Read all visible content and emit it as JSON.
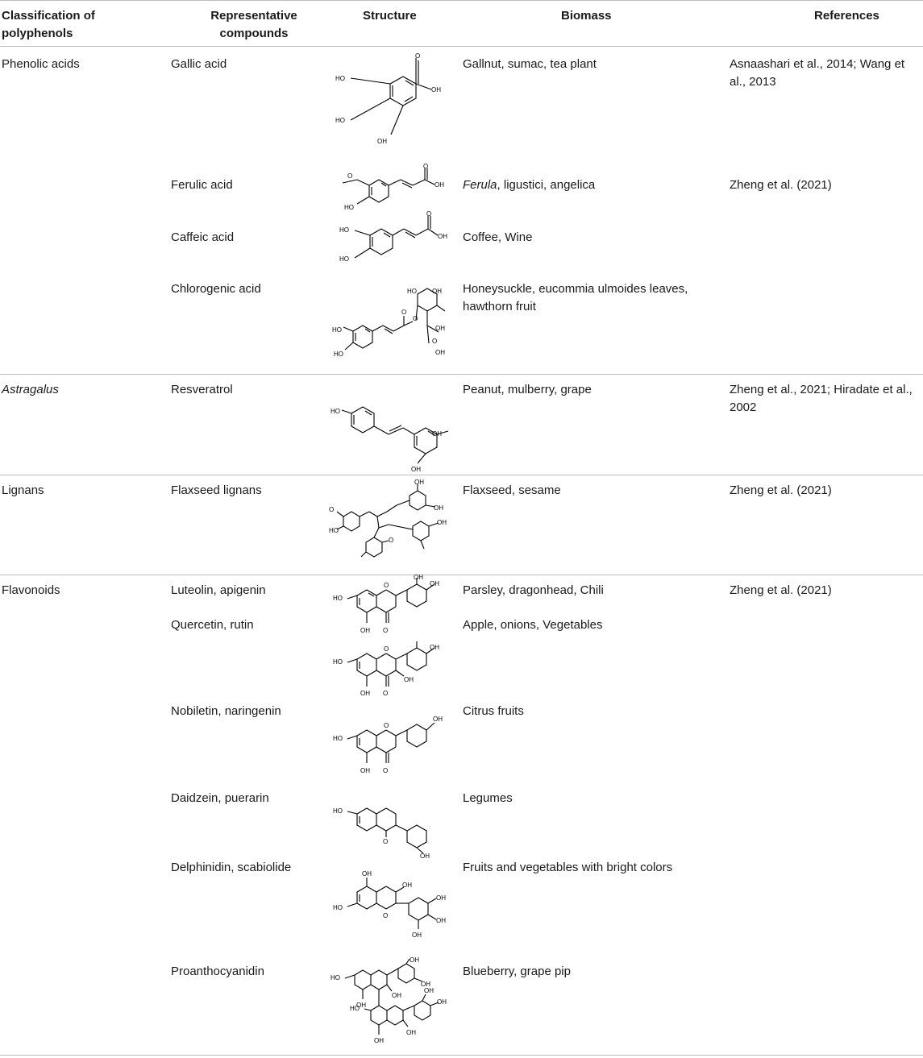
{
  "headers": {
    "classification": "Classification of polyphenols",
    "compounds": "Representative compounds",
    "structure": "Structure",
    "biomass": "Biomass",
    "references": "References"
  },
  "groups": [
    {
      "name": "Phenolic acids"
    },
    {
      "name": "Astragalus"
    },
    {
      "name": "Lignans"
    },
    {
      "name": "Flavonoids"
    }
  ],
  "rows": [
    {
      "compound": "Gallic acid",
      "biomass": "Gallnut, sumac, tea plant",
      "reference": "Asnaashari et al., 2014; Wang et al., 2013"
    },
    {
      "compound": "Ferulic acid",
      "biomass_italic": "Ferula",
      "biomass": ", ligustici, angelica",
      "reference": "Zheng et al. (2021)"
    },
    {
      "compound": "Caffeic acid",
      "biomass": "Coffee, Wine",
      "reference": ""
    },
    {
      "compound": "Chlorogenic acid",
      "biomass": "Honeysuckle, eucommia ulmoides leaves, hawthorn fruit",
      "reference": ""
    },
    {
      "compound": "Resveratrol",
      "biomass": "Peanut, mulberry, grape",
      "reference": "Zheng et al., 2021; Hiradate et al., 2002"
    },
    {
      "compound": "Flaxseed lignans",
      "biomass": "Flaxseed, sesame",
      "reference": "Zheng et al. (2021)"
    },
    {
      "compound": "Luteolin, apigenin",
      "biomass": "Parsley, dragonhead, Chili",
      "reference": "Zheng et al. (2021)"
    },
    {
      "compound": "Quercetin, rutin",
      "biomass": "Apple, onions, Vegetables",
      "reference": ""
    },
    {
      "compound": "Nobiletin, naringenin",
      "biomass": "Citrus fruits",
      "reference": ""
    },
    {
      "compound": "Daidzein, puerarin",
      "biomass": "Legumes",
      "reference": ""
    },
    {
      "compound": "Delphinidin, scabiolide",
      "biomass": "Fruits and vegetables with bright colors",
      "reference": ""
    },
    {
      "compound": "Proanthocyanidin",
      "biomass": "Blueberry, grape pip",
      "reference": ""
    }
  ],
  "atom_labels": {
    "oh": "OH",
    "ho": "HO",
    "o": "O"
  }
}
